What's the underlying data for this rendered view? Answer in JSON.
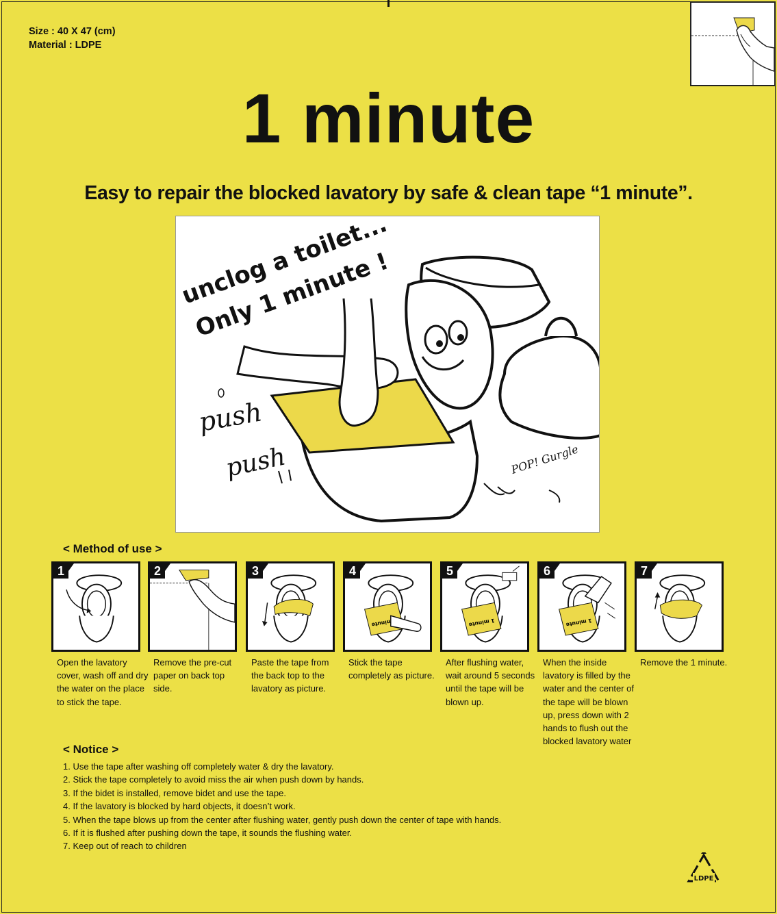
{
  "specs": {
    "size": "Size : 40 X 47 (cm)",
    "material": "Material : LDPE"
  },
  "headline": "1 minute",
  "tagline": "Easy to repair the blocked lavatory by safe & clean tape “1 minute”.",
  "hero": {
    "line1": "unclog a toilet...",
    "line2": "Only 1 minute !",
    "sfx_push1": "push",
    "sfx_push2": "push",
    "sfx_pop": "POP! Gurgle"
  },
  "method": {
    "heading": "< Method of use >",
    "steps": [
      {
        "num": "1",
        "text": "Open the lavatory cover, wash off and dry the water on the place to stick the tape."
      },
      {
        "num": "2",
        "text": "Remove the pre-cut paper on back top side."
      },
      {
        "num": "3",
        "text": "Paste the tape from the back top to the lavatory as picture."
      },
      {
        "num": "4",
        "text": "Stick the tape completely as picture."
      },
      {
        "num": "5",
        "text": "After flushing water, wait around 5 seconds until the tape will be blown up."
      },
      {
        "num": "6",
        "text": "When the inside lavatory is filled by the water and the center of the tape will be blown up, press down with 2 hands to flush out the blocked lavatory water"
      },
      {
        "num": "7",
        "text": "Remove the 1 minute."
      }
    ]
  },
  "notice": {
    "heading": "< Notice >",
    "items": [
      "1. Use the tape after washing off completely water & dry the lavatory.",
      "2. Stick the tape completely to avoid miss the air when push down by hands.",
      "3. If the bidet is installed, remove bidet and use the tape.",
      "4. If the lavatory is blocked by hard objects, it doesn’t work.",
      "5. When the tape blows up from the center after flushing water, gently push down the center of tape with hands.",
      "6. If it is flushed after pushing down the tape, it sounds the flushing water.",
      "7. Keep out of reach to children"
    ]
  },
  "recycle_label": "LDPE",
  "colors": {
    "background": "#ece046",
    "tape": "#ecd94a",
    "ink": "#111111"
  }
}
